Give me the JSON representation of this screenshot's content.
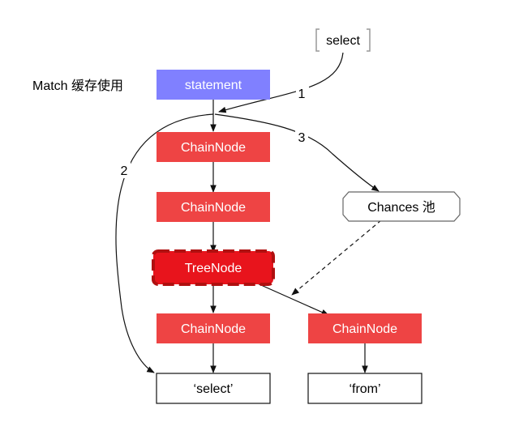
{
  "caption": "Match 缓存使用",
  "input_token": "select",
  "nodes": {
    "statement": "statement",
    "chain1": "ChainNode",
    "chain2": "ChainNode",
    "tree": "TreeNode",
    "chain3": "ChainNode",
    "chain4": "ChainNode",
    "leaf_select": "‘select’",
    "leaf_from": "‘from’",
    "chances": "Chances 池"
  },
  "steps": {
    "one": "1",
    "two": "2",
    "three": "3"
  },
  "colors": {
    "statement_fill": "#8080ff",
    "chain_fill": "#ee4444",
    "tree_fill": "#e8141c",
    "tree_border": "#b01010",
    "node_text": "#ffffff",
    "leaf_text": "#000000",
    "line": "#111111"
  }
}
